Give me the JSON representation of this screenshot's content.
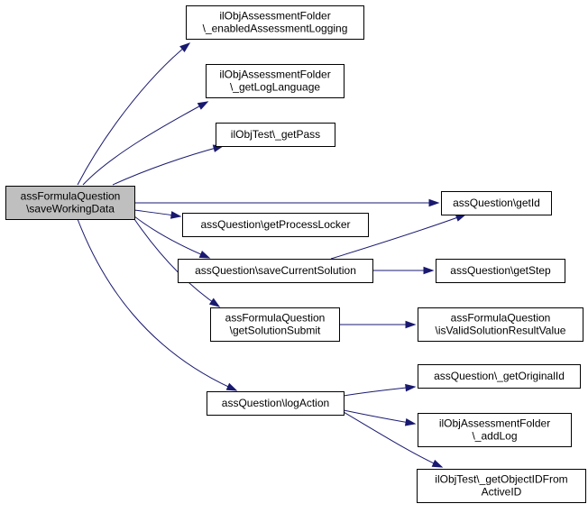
{
  "graph": {
    "root": "save_working_data",
    "colors": {
      "edge": "#191970",
      "root_fill": "#bfbfbf",
      "node_fill": "#ffffff",
      "border": "#000000"
    },
    "nodes": [
      {
        "id": "save_working_data",
        "name": "node-save-working-data",
        "lines": [
          "assFormulaQuestion",
          "\\saveWorkingData"
        ]
      },
      {
        "id": "enabled_logging",
        "name": "node-enabled-assessment-logging",
        "lines": [
          "ilObjAssessmentFolder",
          "\\_enabledAssessmentLogging"
        ]
      },
      {
        "id": "get_log_language",
        "name": "node-get-log-language",
        "lines": [
          "ilObjAssessmentFolder",
          "\\_getLogLanguage"
        ]
      },
      {
        "id": "get_pass",
        "name": "node-get-pass",
        "lines": [
          "ilObjTest\\_getPass"
        ]
      },
      {
        "id": "get_id",
        "name": "node-get-id",
        "lines": [
          "assQuestion\\getId"
        ]
      },
      {
        "id": "get_process_locker",
        "name": "node-get-process-locker",
        "lines": [
          "assQuestion\\getProcessLocker"
        ]
      },
      {
        "id": "save_current_solution",
        "name": "node-save-current-solution",
        "lines": [
          "assQuestion\\saveCurrentSolution"
        ]
      },
      {
        "id": "get_step",
        "name": "node-get-step",
        "lines": [
          "assQuestion\\getStep"
        ]
      },
      {
        "id": "get_solution_submit",
        "name": "node-get-solution-submit",
        "lines": [
          "assFormulaQuestion",
          "\\getSolutionSubmit"
        ]
      },
      {
        "id": "is_valid_solution",
        "name": "node-is-valid-solution-result-value",
        "lines": [
          "assFormulaQuestion",
          "\\isValidSolutionResultValue"
        ]
      },
      {
        "id": "log_action",
        "name": "node-log-action",
        "lines": [
          "assQuestion\\logAction"
        ]
      },
      {
        "id": "get_original_id",
        "name": "node-get-original-id",
        "lines": [
          "assQuestion\\_getOriginalId"
        ]
      },
      {
        "id": "add_log",
        "name": "node-add-log",
        "lines": [
          "ilObjAssessmentFolder",
          "\\_addLog"
        ]
      },
      {
        "id": "get_object_id",
        "name": "node-get-object-id-from-active-id",
        "lines": [
          "ilObjTest\\_getObjectIDFrom",
          "ActiveID"
        ]
      }
    ],
    "edges": [
      {
        "from": "save_working_data",
        "to": "enabled_logging"
      },
      {
        "from": "save_working_data",
        "to": "get_log_language"
      },
      {
        "from": "save_working_data",
        "to": "get_pass"
      },
      {
        "from": "save_working_data",
        "to": "get_id"
      },
      {
        "from": "save_working_data",
        "to": "get_process_locker"
      },
      {
        "from": "save_working_data",
        "to": "save_current_solution"
      },
      {
        "from": "save_working_data",
        "to": "get_solution_submit"
      },
      {
        "from": "save_working_data",
        "to": "log_action"
      },
      {
        "from": "save_current_solution",
        "to": "get_id"
      },
      {
        "from": "save_current_solution",
        "to": "get_step"
      },
      {
        "from": "get_solution_submit",
        "to": "is_valid_solution"
      },
      {
        "from": "log_action",
        "to": "get_original_id"
      },
      {
        "from": "log_action",
        "to": "add_log"
      },
      {
        "from": "log_action",
        "to": "get_object_id"
      }
    ]
  }
}
